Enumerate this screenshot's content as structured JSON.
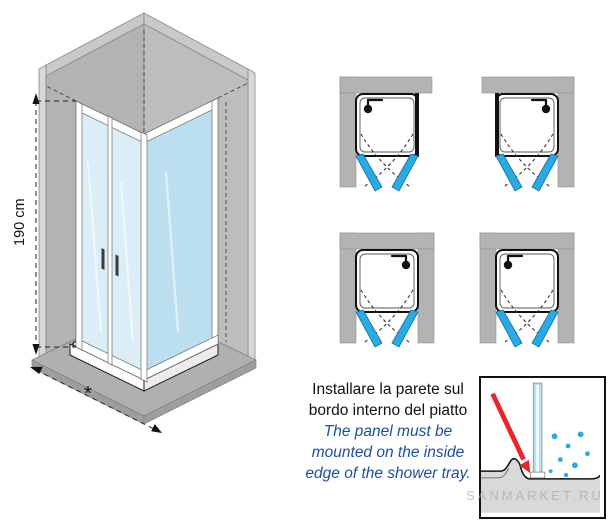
{
  "page": {
    "watermark": "SANMARKET.RU"
  },
  "colors": {
    "wall_gray": "#b3b3b3",
    "wall_gray_light": "#c9c9c9",
    "glass_blue": "#bcdff0",
    "glass_blue_light": "#dbeef8",
    "door_blue": "#29abe2",
    "arrow_red": "#e8252a",
    "instruction_blue": "#1d4fa1",
    "outline_black": "#111111"
  },
  "isometric_view": {
    "height_label": "190 cm",
    "width_label": "*"
  },
  "instructions": {
    "italian": [
      "Installare la parete sul",
      "bordo interno del piatto"
    ],
    "english": [
      "The panel must be",
      "mounted on the inside",
      "edge of the shower tray."
    ]
  }
}
